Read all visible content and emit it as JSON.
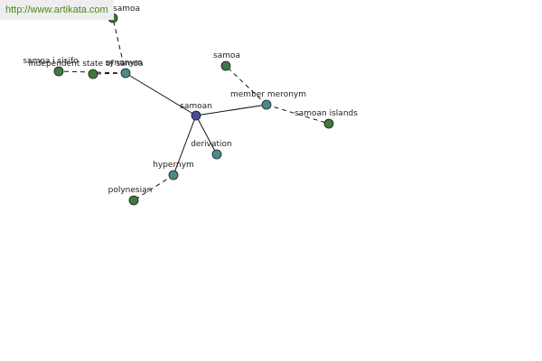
{
  "banner": {
    "url": "http://www.artikata.com"
  },
  "colors": {
    "center_node": "#4a4a9a",
    "relation_node": "#4a8a8a",
    "leaf_node": "#3f7a3f",
    "edge": "#111111"
  },
  "graph": {
    "nodes": [
      {
        "id": "samoan",
        "label": "samoan",
        "kind": "center"
      },
      {
        "id": "member-meronym",
        "label": "member meronym",
        "kind": "relation"
      },
      {
        "id": "samoa-top",
        "label": "samoa",
        "kind": "leaf"
      },
      {
        "id": "samoan-islands",
        "label": "samoan islands",
        "kind": "leaf"
      },
      {
        "id": "derivation",
        "label": "derivation",
        "kind": "relation"
      },
      {
        "id": "hypernym",
        "label": "hypernym",
        "kind": "relation"
      },
      {
        "id": "polynesian",
        "label": "polynesian",
        "kind": "leaf"
      },
      {
        "id": "synonym",
        "label": "synonym",
        "kind": "relation"
      },
      {
        "id": "samoa-far",
        "label": "samoa",
        "kind": "leaf"
      },
      {
        "id": "independent-state",
        "label": "independent state of samoa",
        "kind": "leaf"
      },
      {
        "id": "samoa-i-sisifo",
        "label": "samoa i sisifo",
        "kind": "leaf"
      }
    ],
    "edges": [
      {
        "from": "samoan",
        "to": "member-meronym",
        "style": "solid"
      },
      {
        "from": "member-meronym",
        "to": "samoa-top",
        "style": "dashed"
      },
      {
        "from": "member-meronym",
        "to": "samoan-islands",
        "style": "dashed"
      },
      {
        "from": "samoan",
        "to": "derivation",
        "style": "solid"
      },
      {
        "from": "samoan",
        "to": "hypernym",
        "style": "solid"
      },
      {
        "from": "hypernym",
        "to": "polynesian",
        "style": "dashed"
      },
      {
        "from": "samoan",
        "to": "synonym",
        "style": "solid"
      },
      {
        "from": "synonym",
        "to": "samoa-far",
        "style": "dashed"
      },
      {
        "from": "synonym",
        "to": "independent-state",
        "style": "dashed"
      },
      {
        "from": "synonym",
        "to": "samoa-i-sisifo",
        "style": "dashed"
      }
    ]
  }
}
